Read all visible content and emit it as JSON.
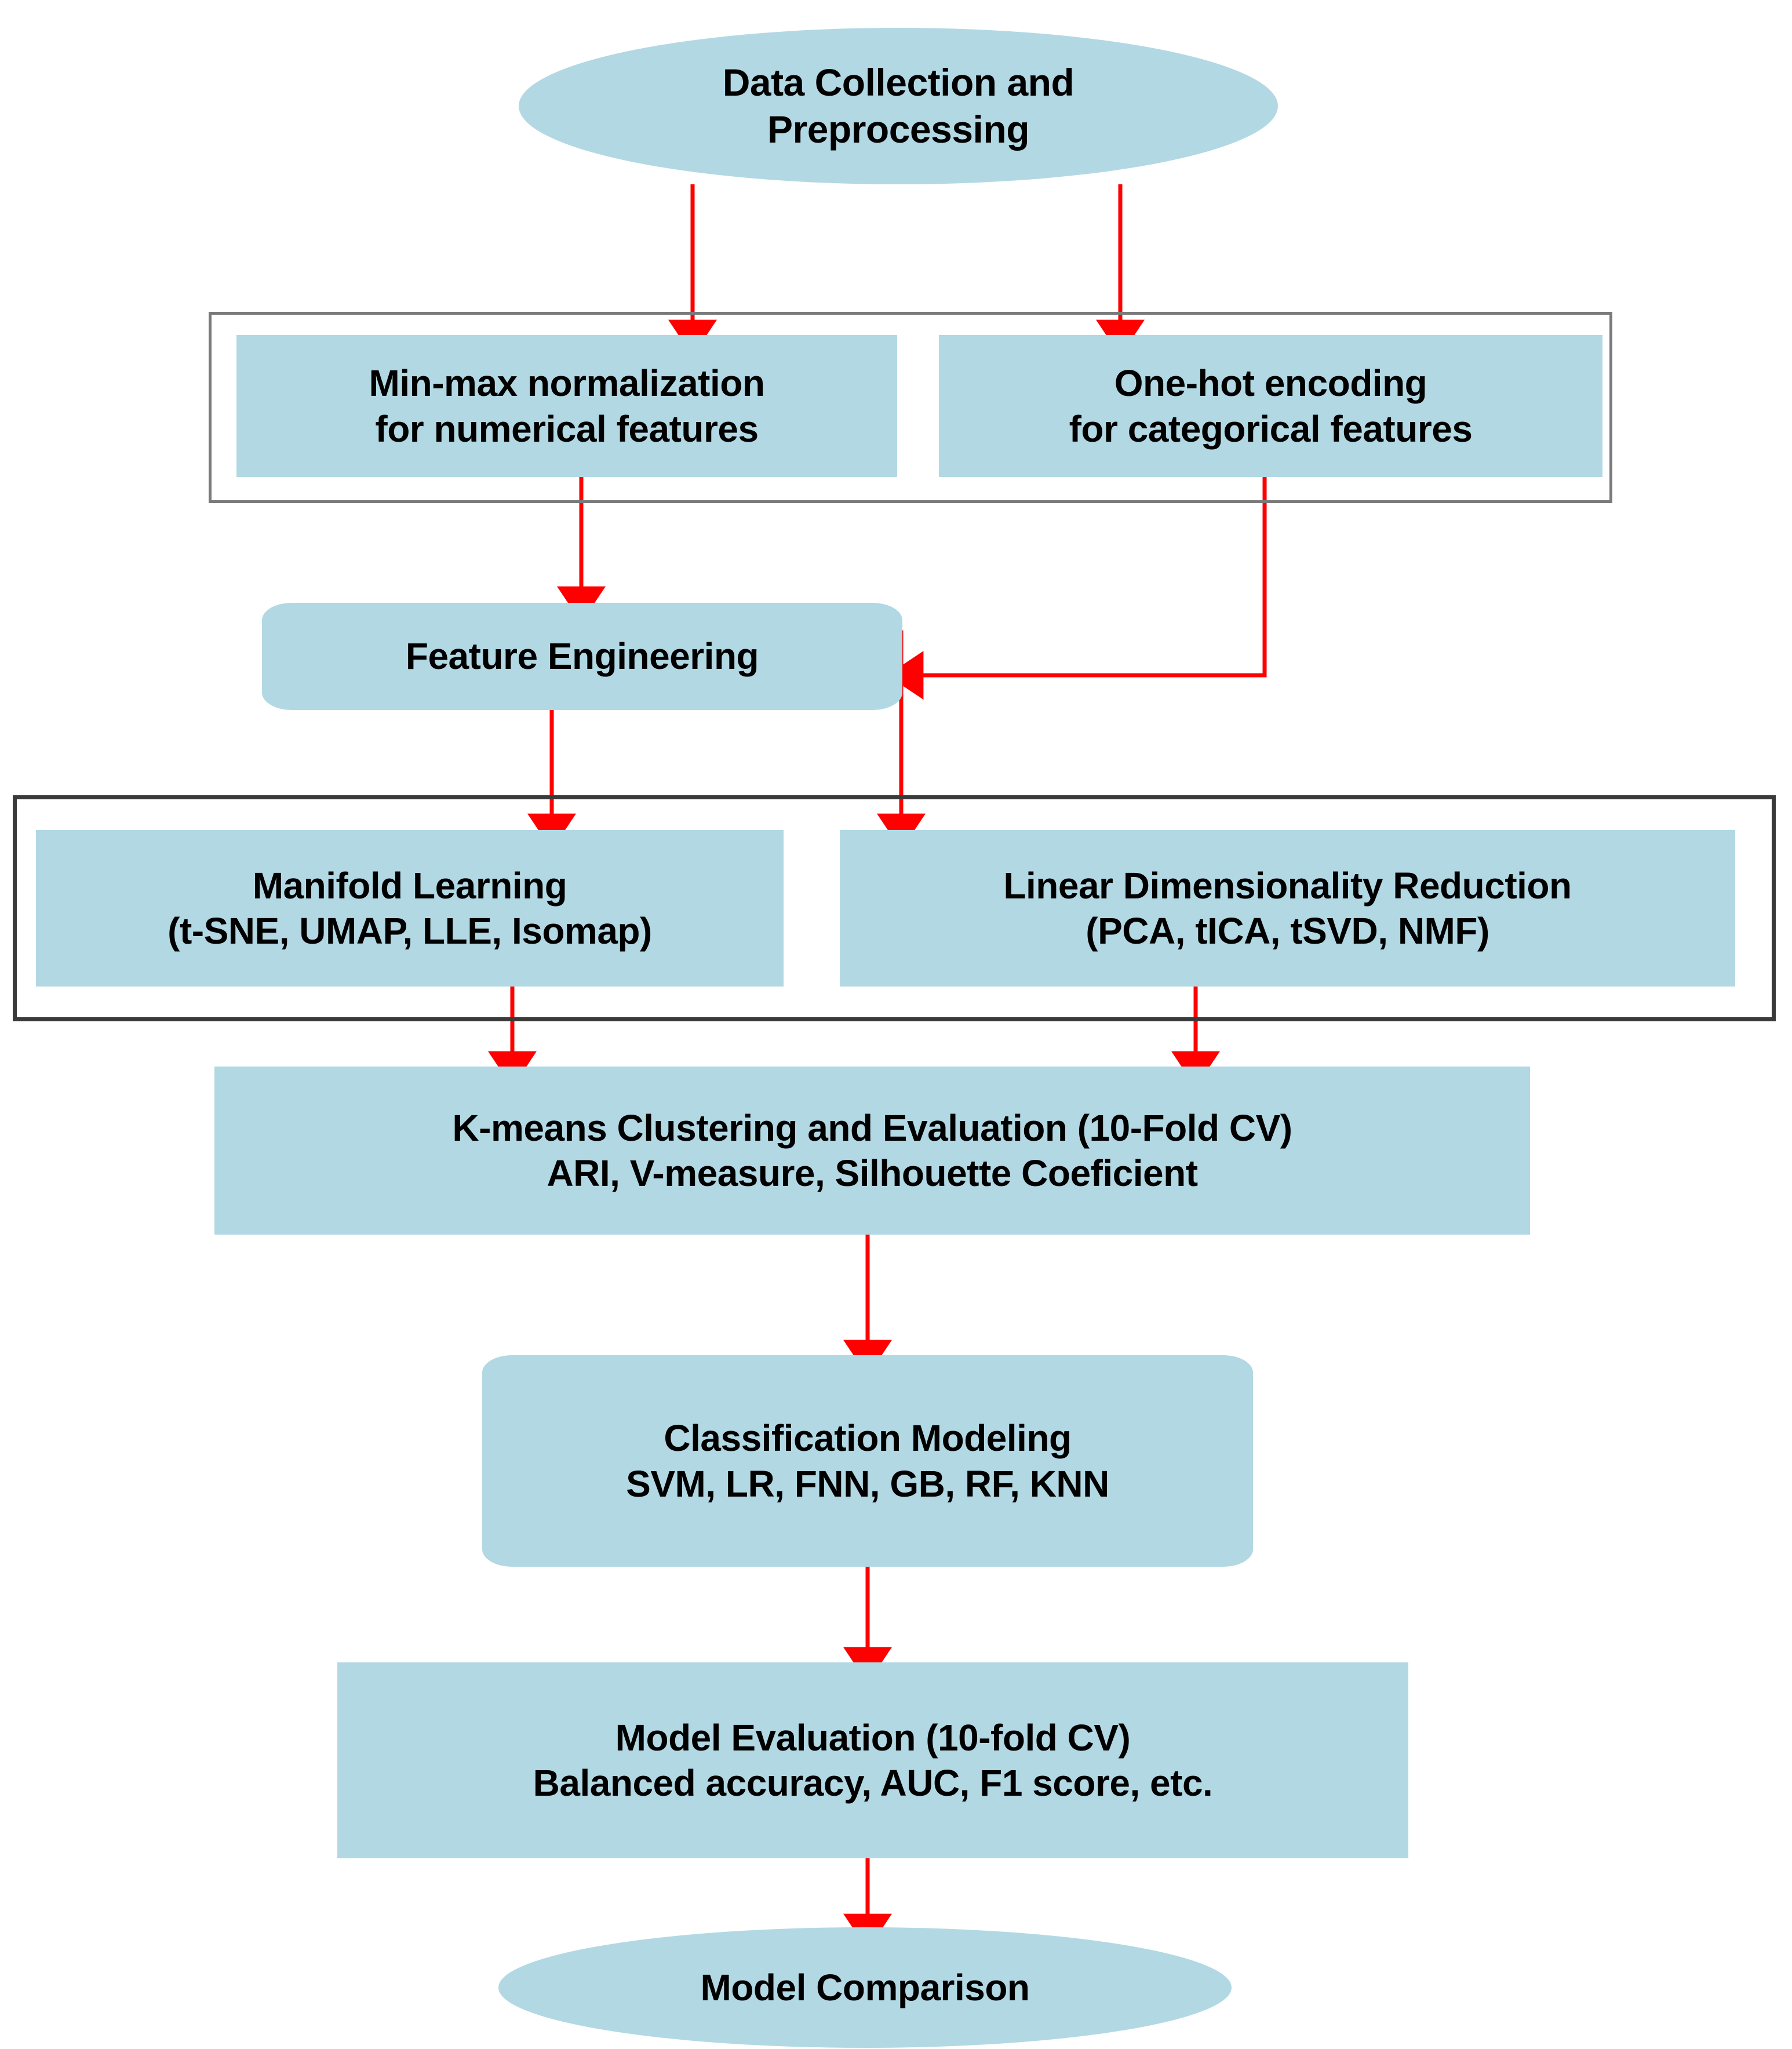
{
  "diagram": {
    "type": "flowchart",
    "title": "Machine Learning Pipeline Flowchart",
    "colors": {
      "node_fill": "#b2d8e4",
      "arrow": "#ff0000",
      "group_border_light": "#7a7a7a",
      "group_border_dark": "#3a3a3a",
      "text": "#000000",
      "background": "#ffffff"
    },
    "nodes": {
      "start": {
        "shape": "ellipse",
        "label": "Data Collection and\nPreprocessing"
      },
      "min_max_normalization": {
        "shape": "rectangle",
        "label": "Min-max normalization\nfor numerical features"
      },
      "one_hot_encoding": {
        "shape": "rectangle",
        "label": "One-hot encoding\nfor categorical features"
      },
      "feature_engineering": {
        "shape": "cylinder",
        "label": "Feature Engineering"
      },
      "manifold_learning": {
        "shape": "rectangle",
        "label": "Manifold Learning\n(t-SNE, UMAP, LLE, Isomap)"
      },
      "linear_dimensionality_reduction": {
        "shape": "rectangle",
        "label": "Linear Dimensionality Reduction\n(PCA, tICA, tSVD, NMF)"
      },
      "kmeans_clustering": {
        "shape": "rectangle",
        "label": "K-means Clustering and Evaluation (10-Fold CV)\nARI, V-measure, Silhouette Coeficient"
      },
      "classification_modeling": {
        "shape": "cylinder",
        "label": "Classification Modeling\nSVM, LR, FNN, GB, RF, KNN"
      },
      "model_evaluation": {
        "shape": "rectangle",
        "label": "Model Evaluation (10-fold CV)\nBalanced accuracy, AUC, F1 score, etc."
      },
      "model_comparison": {
        "shape": "ellipse",
        "label": "Model Comparison"
      }
    },
    "groups": [
      {
        "name": "preprocessing-group",
        "border": "light-gray",
        "contains": [
          "min_max_normalization",
          "one_hot_encoding"
        ]
      },
      {
        "name": "dimensionality-reduction-group",
        "border": "dark-gray",
        "contains": [
          "manifold_learning",
          "linear_dimensionality_reduction"
        ]
      }
    ],
    "edges": [
      {
        "from": "start",
        "to": "min_max_normalization",
        "style": "straight-down"
      },
      {
        "from": "start",
        "to": "one_hot_encoding",
        "style": "straight-down"
      },
      {
        "from": "min_max_normalization",
        "to": "feature_engineering",
        "style": "straight-down"
      },
      {
        "from": "one_hot_encoding",
        "to": "feature_engineering",
        "style": "elbow-right-then-left"
      },
      {
        "from": "feature_engineering",
        "to": "manifold_learning",
        "style": "straight-down"
      },
      {
        "from": "feature_engineering",
        "to": "linear_dimensionality_reduction",
        "style": "elbow-right-then-down"
      },
      {
        "from": "manifold_learning",
        "to": "kmeans_clustering",
        "style": "straight-down"
      },
      {
        "from": "linear_dimensionality_reduction",
        "to": "kmeans_clustering",
        "style": "straight-down"
      },
      {
        "from": "kmeans_clustering",
        "to": "classification_modeling",
        "style": "straight-down"
      },
      {
        "from": "classification_modeling",
        "to": "model_evaluation",
        "style": "straight-down"
      },
      {
        "from": "model_evaluation",
        "to": "model_comparison",
        "style": "straight-down"
      }
    ]
  }
}
